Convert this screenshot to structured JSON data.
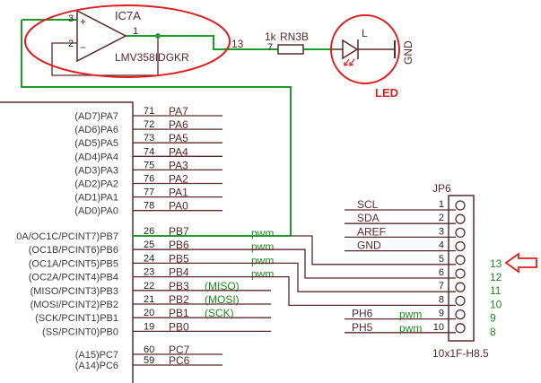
{
  "colors": {
    "wire": "#1f9a2b",
    "symbol": "#5a2a2a",
    "label": "#5a2a2a",
    "highlight": "#dd1f1f",
    "green_text": "#1f8a1f",
    "pin_number": "#222222",
    "mcu_label": "#3a3a3a"
  },
  "opamp": {
    "refdes": "IC7A",
    "part": "LMV358IDGKR",
    "pin_plus": "3",
    "pin_minus": "2",
    "pin_out": "1",
    "plus_sign": "+",
    "minus_sign": "−"
  },
  "resistor": {
    "value": "1k",
    "refdes": "RN3B",
    "pin_left": "7",
    "net": "13"
  },
  "led": {
    "label": "L",
    "ground_label": "GND",
    "annotation": "LED"
  },
  "mcu": {
    "porta": [
      {
        "alt": "(AD7)PA7",
        "num": "71",
        "name": "PA7"
      },
      {
        "alt": "(AD6)PA6",
        "num": "72",
        "name": "PA6"
      },
      {
        "alt": "(AD5)PA5",
        "num": "73",
        "name": "PA5"
      },
      {
        "alt": "(AD4)PA4",
        "num": "74",
        "name": "PA4"
      },
      {
        "alt": "(AD3)PA3",
        "num": "75",
        "name": "PA3"
      },
      {
        "alt": "(AD2)PA2",
        "num": "76",
        "name": "PA2"
      },
      {
        "alt": "(AD1)PA1",
        "num": "77",
        "name": "PA1"
      },
      {
        "alt": "(AD0)PA0",
        "num": "78",
        "name": "PA0"
      }
    ],
    "portb": [
      {
        "alt": "0A/OC1C/PCINT7)PB7",
        "num": "26",
        "name": "PB7",
        "signal": "pwm"
      },
      {
        "alt": "(OC1B/PCINT6)PB6",
        "num": "25",
        "name": "PB6",
        "signal": "pwm"
      },
      {
        "alt": "(OC1A/PCINT5)PB5",
        "num": "24",
        "name": "PB5",
        "signal": "pwm"
      },
      {
        "alt": "(OC2A/PCINT4)PB4",
        "num": "23",
        "name": "PB4",
        "signal": "pwm"
      },
      {
        "alt": "(MISO/PCINT3)PB3",
        "num": "22",
        "name": "PB3",
        "signal": "(MISO)"
      },
      {
        "alt": "(MOSI/PCINT2)PB2",
        "num": "21",
        "name": "PB2",
        "signal": "(MOSI)"
      },
      {
        "alt": "(SCK/PCINT1)PB1",
        "num": "20",
        "name": "PB1",
        "signal": "(SCK)"
      },
      {
        "alt": "(SS/PCINT0)PB0",
        "num": "19",
        "name": "PB0",
        "signal": ""
      }
    ],
    "portc": [
      {
        "alt": "(A15)PC7",
        "num": "60",
        "name": "PC7"
      },
      {
        "alt": "(A14)PC6",
        "num": "59",
        "name": "PC6"
      }
    ]
  },
  "header": {
    "refdes": "JP6",
    "part": "10x1F-H8.5",
    "pins": [
      {
        "num": "1",
        "net": "SCL",
        "board_label": ""
      },
      {
        "num": "2",
        "net": "SDA",
        "board_label": ""
      },
      {
        "num": "3",
        "net": "AREF",
        "board_label": ""
      },
      {
        "num": "4",
        "net": "GND",
        "board_label": ""
      },
      {
        "num": "5",
        "net": "",
        "board_label": "13"
      },
      {
        "num": "6",
        "net": "",
        "board_label": "12"
      },
      {
        "num": "7",
        "net": "",
        "board_label": "11"
      },
      {
        "num": "8",
        "net": "",
        "board_label": "10"
      },
      {
        "num": "9",
        "net": "PH6",
        "board_label": "9",
        "signal": "pwm"
      },
      {
        "num": "10",
        "net": "PH5",
        "board_label": "8",
        "signal": "pwm"
      }
    ]
  }
}
